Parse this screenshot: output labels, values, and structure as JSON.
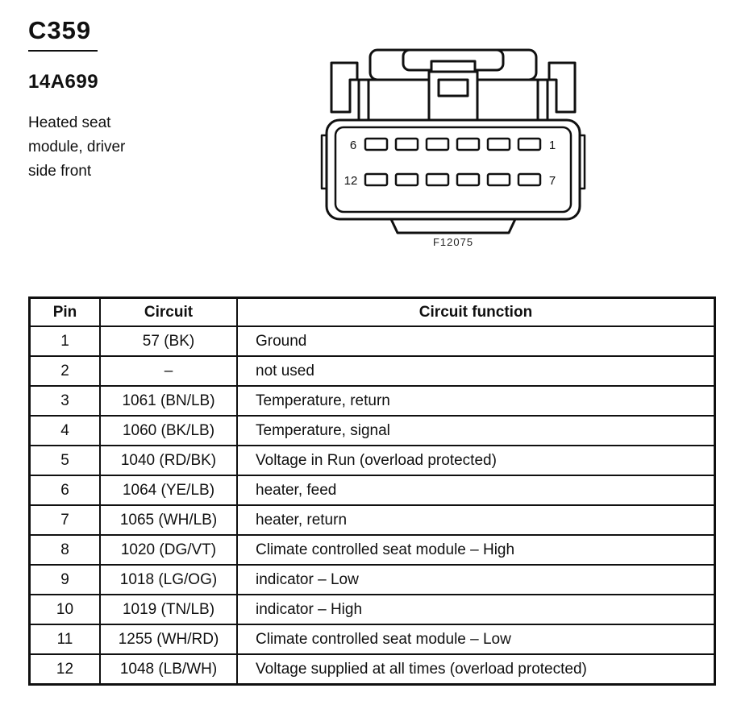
{
  "page": {
    "connector_id": "C359",
    "part_number": "14A699",
    "description_lines": [
      "Heated seat",
      "module, driver",
      "side front"
    ],
    "figure_label": "F12075"
  },
  "connector": {
    "pin_labels": {
      "top_left": "6",
      "top_right": "1",
      "bottom_left": "12",
      "bottom_right": "7"
    }
  },
  "table": {
    "headers": [
      "Pin",
      "Circuit",
      "Circuit function"
    ],
    "rows": [
      [
        "1",
        "57 (BK)",
        "Ground"
      ],
      [
        "2",
        "–",
        "not used"
      ],
      [
        "3",
        "1061 (BN/LB)",
        "Temperature, return"
      ],
      [
        "4",
        "1060 (BK/LB)",
        "Temperature, signal"
      ],
      [
        "5",
        "1040 (RD/BK)",
        "Voltage in Run (overload protected)"
      ],
      [
        "6",
        "1064 (YE/LB)",
        "heater, feed"
      ],
      [
        "7",
        "1065 (WH/LB)",
        "heater, return"
      ],
      [
        "8",
        "1020 (DG/VT)",
        "Climate controlled seat module – High"
      ],
      [
        "9",
        "1018 (LG/OG)",
        "indicator – Low"
      ],
      [
        "10",
        "1019 (TN/LB)",
        "indicator – High"
      ],
      [
        "11",
        "1255 (WH/RD)",
        "Climate controlled seat module – Low"
      ],
      [
        "12",
        "1048 (LB/WH)",
        "Voltage supplied at all times (overload protected)"
      ]
    ]
  }
}
